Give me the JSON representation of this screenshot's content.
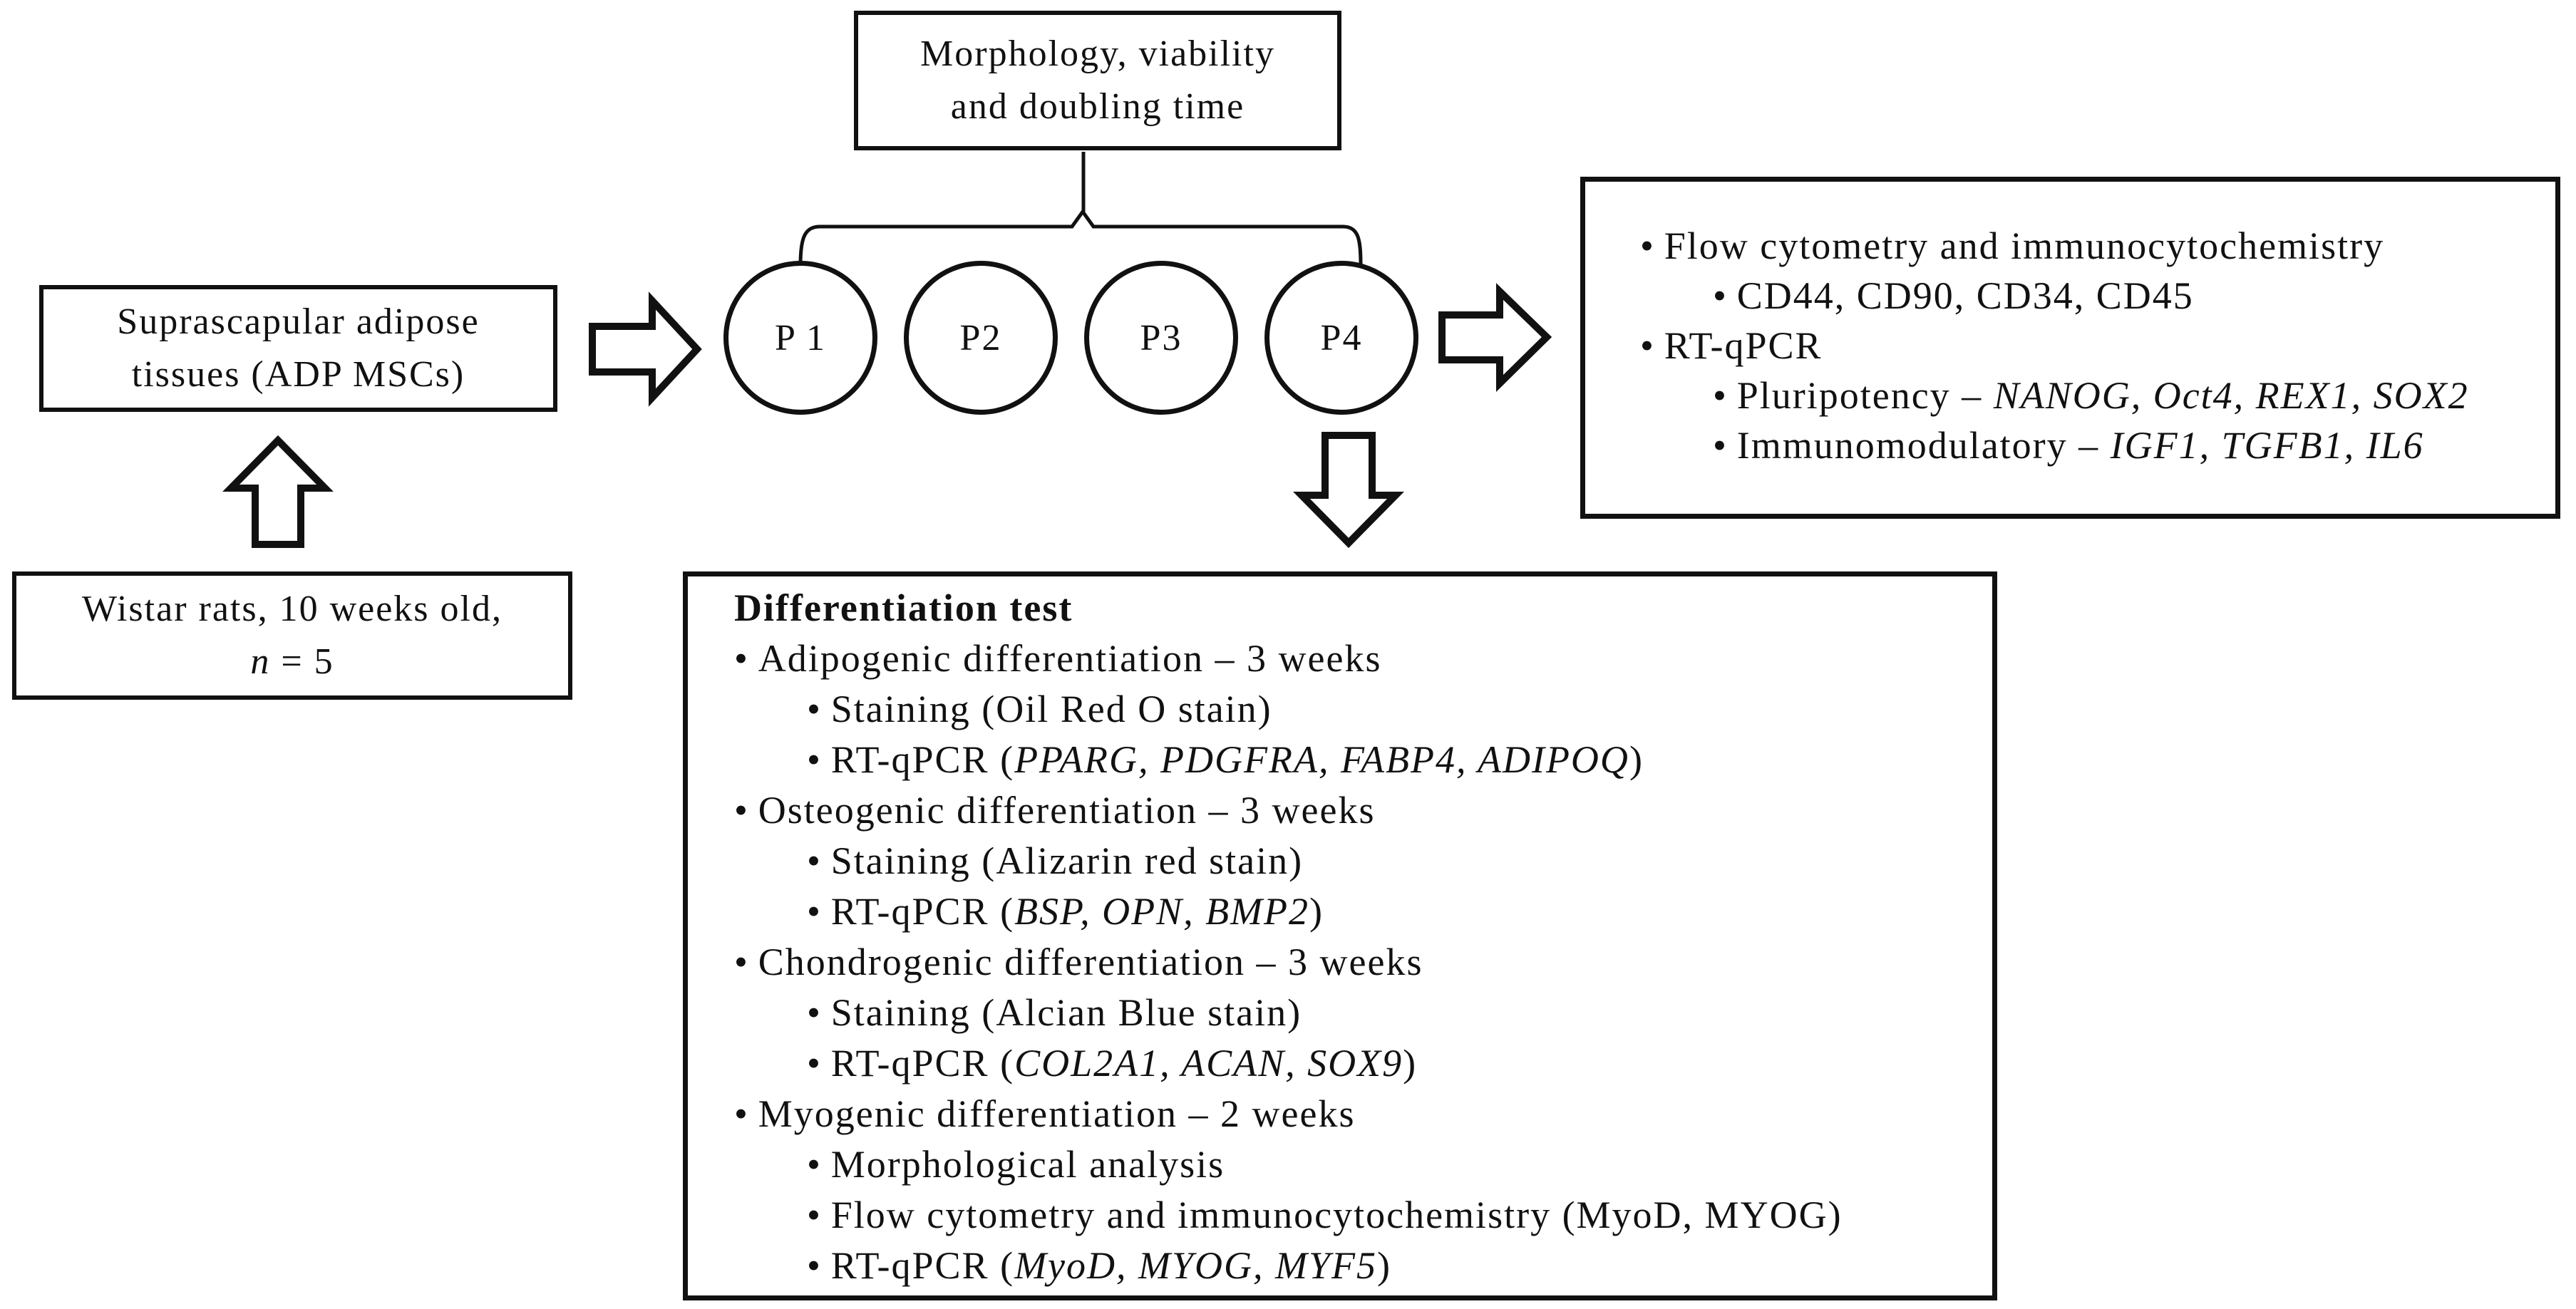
{
  "colors": {
    "ink": "#111111",
    "bg": "#ffffff"
  },
  "boxes": {
    "morphology": {
      "lines": [
        {
          "segs": [
            {
              "t": "Morphology, viability"
            }
          ]
        },
        {
          "segs": [
            {
              "t": "and doubling time"
            }
          ]
        }
      ]
    },
    "adipose": {
      "lines": [
        {
          "segs": [
            {
              "t": "Suprascapular adipose"
            }
          ]
        },
        {
          "segs": [
            {
              "t": "tissues (ADP MSCs)"
            }
          ]
        }
      ]
    },
    "wistar": {
      "lines": [
        {
          "segs": [
            {
              "t": "Wistar rats, 10 weeks old,"
            }
          ]
        },
        {
          "segs": [
            {
              "t": "n",
              "i": true
            },
            {
              "t": " = 5"
            }
          ]
        }
      ]
    },
    "assays": {
      "lines": [
        {
          "segs": [
            {
              "t": "• Flow cytometry and immunocytochemistry"
            }
          ]
        },
        {
          "ind": 1,
          "segs": [
            {
              "t": "• CD44, CD90, CD34, CD45"
            }
          ]
        },
        {
          "segs": [
            {
              "t": "• RT-qPCR"
            }
          ]
        },
        {
          "ind": 1,
          "segs": [
            {
              "t": "• Pluripotency – "
            },
            {
              "t": "NANOG, Oct4, REX1, SOX2",
              "i": true
            }
          ]
        },
        {
          "ind": 1,
          "segs": [
            {
              "t": "• Immunomodulatory – "
            },
            {
              "t": "IGF1, TGFB1, IL6",
              "i": true
            }
          ]
        }
      ]
    },
    "differentiation": {
      "lines": [
        {
          "segs": [
            {
              "t": "Differentiation test",
              "b": true
            }
          ]
        },
        {
          "segs": [
            {
              "t": "• Adipogenic differentiation – 3 weeks"
            }
          ]
        },
        {
          "ind": 1,
          "segs": [
            {
              "t": "• Staining (Oil Red O stain)"
            }
          ]
        },
        {
          "ind": 1,
          "segs": [
            {
              "t": "• RT-qPCR ("
            },
            {
              "t": "PPARG, PDGFRA, FABP4, ADIPOQ",
              "i": true
            },
            {
              "t": ")"
            }
          ]
        },
        {
          "segs": [
            {
              "t": "• Osteogenic differentiation – 3 weeks"
            }
          ]
        },
        {
          "ind": 1,
          "segs": [
            {
              "t": "• Staining (Alizarin red stain)"
            }
          ]
        },
        {
          "ind": 1,
          "segs": [
            {
              "t": "• RT-qPCR ("
            },
            {
              "t": "BSP, OPN, BMP2",
              "i": true
            },
            {
              "t": ")"
            }
          ]
        },
        {
          "segs": [
            {
              "t": "• Chondrogenic differentiation – 3 weeks"
            }
          ]
        },
        {
          "ind": 1,
          "segs": [
            {
              "t": "• Staining (Alcian Blue stain)"
            }
          ]
        },
        {
          "ind": 1,
          "segs": [
            {
              "t": "• RT-qPCR ("
            },
            {
              "t": "COL2A1, ACAN, SOX9",
              "i": true
            },
            {
              "t": ")"
            }
          ]
        },
        {
          "segs": [
            {
              "t": "• Myogenic differentiation – 2 weeks"
            }
          ]
        },
        {
          "ind": 1,
          "segs": [
            {
              "t": "• Morphological analysis"
            }
          ]
        },
        {
          "ind": 1,
          "segs": [
            {
              "t": "• Flow cytometry and immunocytochemistry (MyoD, MYOG)"
            }
          ]
        },
        {
          "ind": 1,
          "segs": [
            {
              "t": "• RT-qPCR ("
            },
            {
              "t": "MyoD, MYOG, MYF5",
              "i": true
            },
            {
              "t": ")"
            }
          ]
        }
      ]
    }
  },
  "passages": [
    {
      "label": "P 1"
    },
    {
      "label": "P2"
    },
    {
      "label": "P3"
    },
    {
      "label": "P4"
    }
  ]
}
